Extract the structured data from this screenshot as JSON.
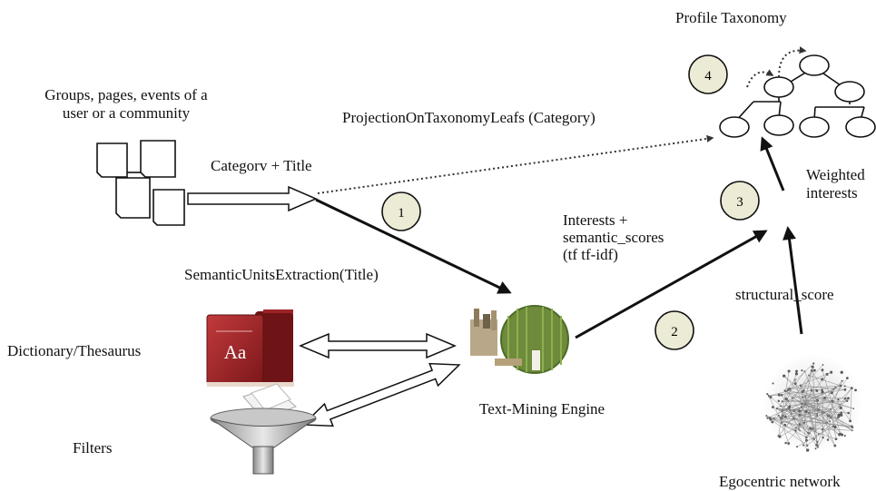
{
  "labels": {
    "profile_taxonomy": "Profile Taxonomy",
    "groups_line1": "Groups, pages, events of a",
    "groups_line2": "user or a community",
    "projection": "ProjectionOnTaxonomyLeafs (Category)",
    "category_title": "Categorv + Title",
    "weighted_line1": "Weighted",
    "weighted_line2": "interests",
    "interests_line1": "Interests +",
    "interests_line2": "semantic_scores",
    "interests_line3": "(tf tf-idf)",
    "semantic_units": "SemanticUnitsExtraction(Title)",
    "structural_score": "structural_score",
    "dictionary": "Dictionary/Thesaurus",
    "text_mining_engine": "Text-Mining Engine",
    "filters": "Filters",
    "egocentric_network": "Egocentric network"
  },
  "steps": [
    "1",
    "2",
    "3",
    "4"
  ],
  "dictionary_icon_text": "Aa",
  "colors": {
    "step_fill": "#ecebd6",
    "book_red": "#a3262a",
    "book_dark": "#6e1417",
    "ink": "#111111"
  },
  "icons": [
    "documents-icon",
    "dictionary-book-icon",
    "filter-funnel-icon",
    "text-mining-engine-icon",
    "network-graph-icon",
    "taxonomy-tree-icon"
  ]
}
